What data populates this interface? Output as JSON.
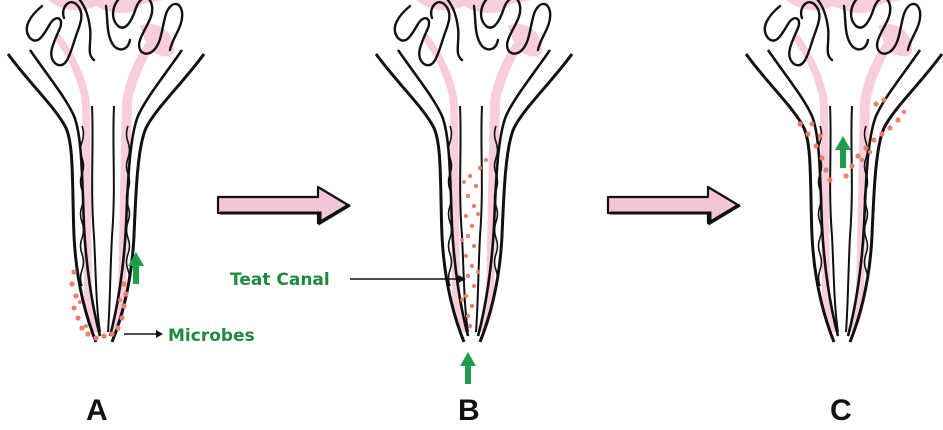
{
  "labels": {
    "teat_canal": "Teat Canal",
    "microbes": "Microbes"
  },
  "panels": [
    {
      "id": "A",
      "label": "A"
    },
    {
      "id": "B",
      "label": "B"
    },
    {
      "id": "C",
      "label": "C"
    }
  ],
  "colors": {
    "outline": "#111111",
    "tissue_pink": "#f8cddd",
    "microbe": "#ec8066",
    "arrow_green": "#1f9e4a",
    "label_green": "#1f8a3b",
    "big_arrow_fill": "#f4c4d8"
  }
}
